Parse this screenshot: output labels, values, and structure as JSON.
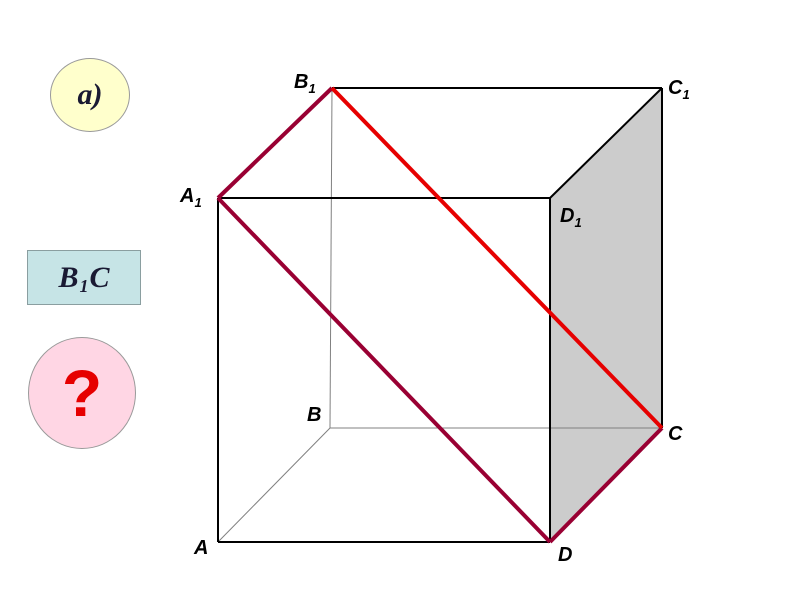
{
  "part_label": "а)",
  "segment": {
    "letter": "B",
    "subscript": "1",
    "end": "C"
  },
  "question_mark": "?",
  "vertices": {
    "A": {
      "letter": "A",
      "sub": ""
    },
    "B": {
      "letter": "B",
      "sub": ""
    },
    "C": {
      "letter": "C",
      "sub": ""
    },
    "D": {
      "letter": "D",
      "sub": ""
    },
    "A1": {
      "letter": "A",
      "sub": "1"
    },
    "B1": {
      "letter": "B",
      "sub": "1"
    },
    "C1": {
      "letter": "C",
      "sub": "1"
    },
    "D1": {
      "letter": "D",
      "sub": "1"
    }
  },
  "colors": {
    "edge": "#000000",
    "hidden_edge": "#808080",
    "face_fill": "#cccccc",
    "section_dark": "#990033",
    "section_bright": "#e60000"
  }
}
